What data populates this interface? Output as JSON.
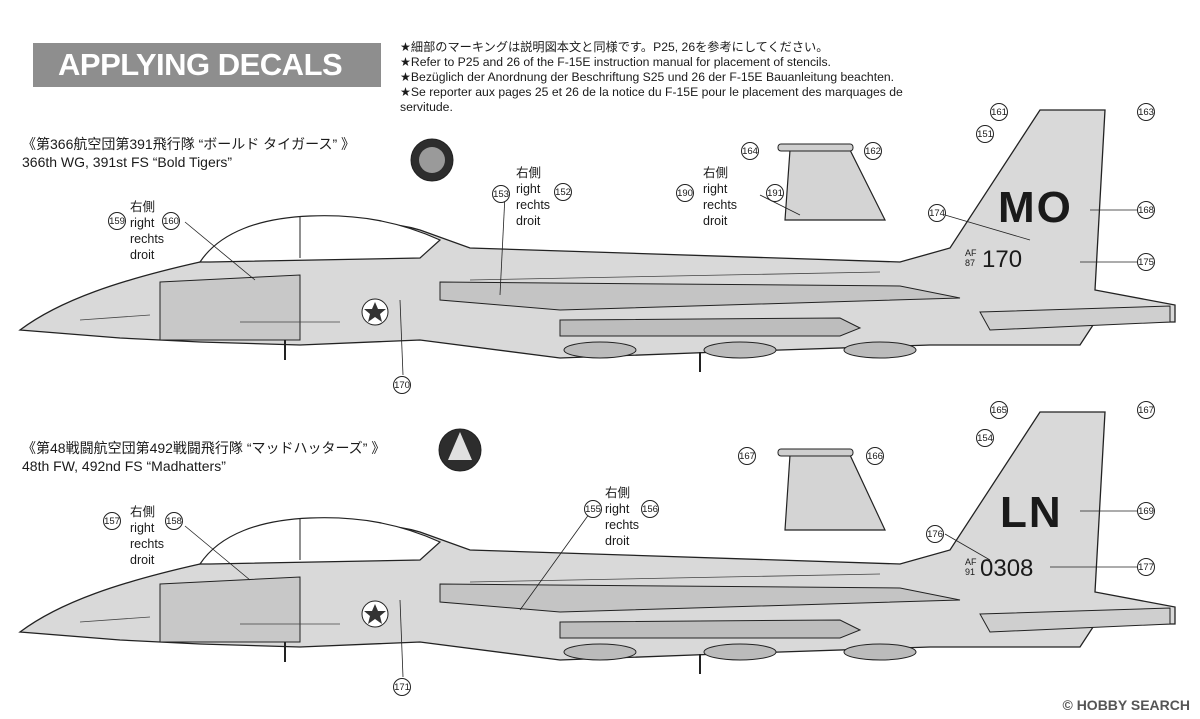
{
  "header": {
    "title": "APPLYING DECALS",
    "notes": [
      "★細部のマーキングは説明図本文と同様です。P25, 26を参考にしてください。",
      "★Refer to P25 and 26 of the F-15E instruction manual for placement of stencils.",
      "★Bezüglich der Anordnung der Beschriftung S25 und 26 der F-15E Bauanleitung  beachten.",
      "★Se reporter aux pages 25 et 26 de la notice du F-15E pour le placement des marquages de",
      "servitude."
    ]
  },
  "schemes": [
    {
      "title_jp": "《第366航空団第391飛行隊 “ボールド タイガース” 》",
      "title_en": "366th WG, 391st FS “Bold Tigers”",
      "tail_code": "MO",
      "tail_af": "AF",
      "tail_year": "87",
      "tail_serial": "170",
      "right_side_labels": [
        [
          "右側",
          "right",
          "rechts",
          "droit"
        ],
        [
          "右側",
          "right",
          "rechts",
          "droit"
        ],
        [
          "右側",
          "right",
          "rechts",
          "droit"
        ]
      ],
      "callouts": [
        "159",
        "160",
        "153",
        "152",
        "190",
        "191",
        "164",
        "162",
        "161",
        "163",
        "151",
        "174",
        "168",
        "175",
        "170"
      ]
    },
    {
      "title_jp": "《第48戦闘航空団第492戦闘飛行隊 “マッドハッターズ” 》",
      "title_en": "48th FW, 492nd FS “Madhatters”",
      "tail_code": "LN",
      "tail_af": "AF",
      "tail_year": "91",
      "tail_serial": "0308",
      "right_side_labels": [
        [
          "右側",
          "right",
          "rechts",
          "droit"
        ],
        [
          "右側",
          "right",
          "rechts",
          "droit"
        ]
      ],
      "callouts": [
        "157",
        "158",
        "155",
        "156",
        "167",
        "166",
        "165",
        "167",
        "154",
        "176",
        "169",
        "177",
        "171"
      ]
    }
  ],
  "watermark": "HOBBY SEARCH",
  "watermark_mark": "©"
}
